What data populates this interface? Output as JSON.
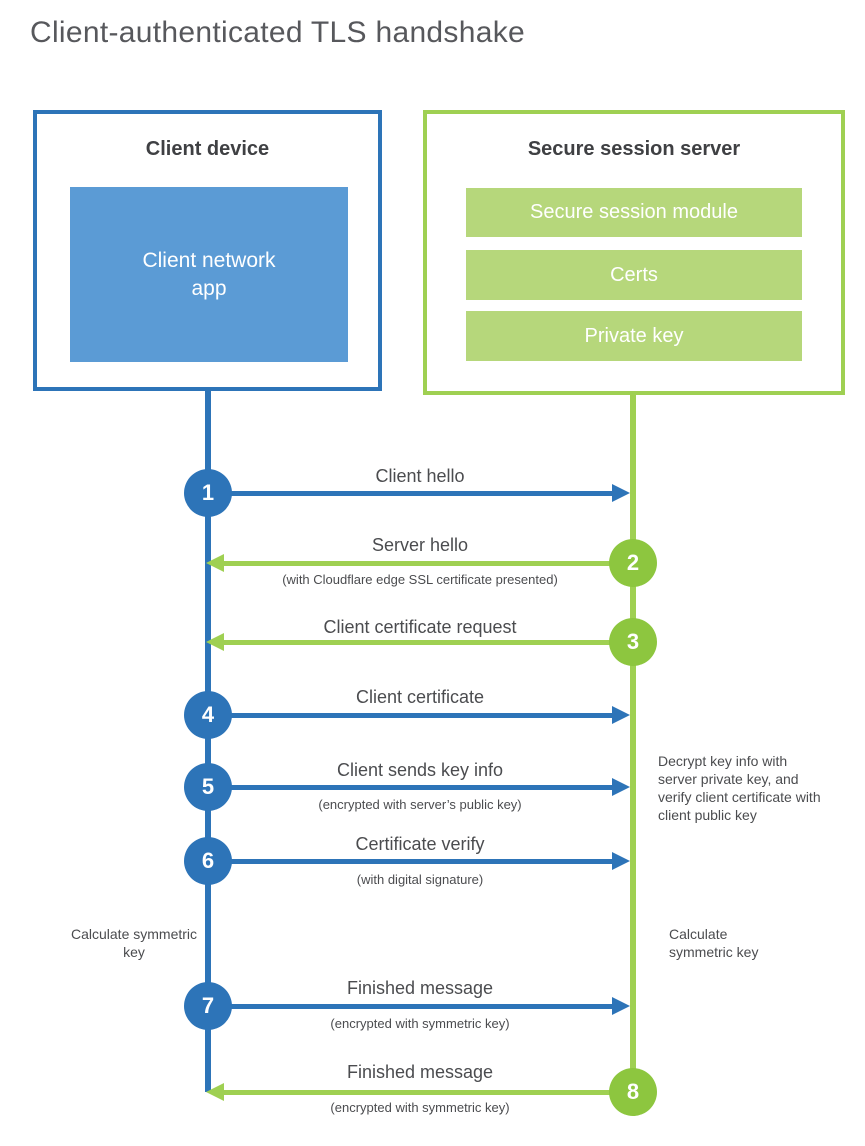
{
  "title": "Client-authenticated TLS handshake",
  "colors": {
    "blue": "#2d74b8",
    "blue_fill": "#5b9bd5",
    "green": "#8dc63f",
    "green_line": "#9fd052",
    "green_fill": "#b6d77b"
  },
  "client": {
    "title": "Client device",
    "app_label": "Client network app"
  },
  "server": {
    "title": "Secure session server",
    "modules": [
      "Secure session module",
      "Certs",
      "Private key"
    ]
  },
  "messages": [
    {
      "num": "1",
      "label": "Client hello",
      "sub": "",
      "direction": "right",
      "color": "blue"
    },
    {
      "num": "2",
      "label": "Server hello",
      "sub": "(with Cloudflare edge SSL certificate presented)",
      "direction": "left",
      "color": "green"
    },
    {
      "num": "3",
      "label": "Client certificate request",
      "sub": "",
      "direction": "left",
      "color": "green"
    },
    {
      "num": "4",
      "label": "Client certificate",
      "sub": "",
      "direction": "right",
      "color": "blue"
    },
    {
      "num": "5",
      "label": "Client sends key info",
      "sub": "(encrypted with server’s public key)",
      "direction": "right",
      "color": "blue"
    },
    {
      "num": "6",
      "label": "Certificate verify",
      "sub": "(with digital signature)",
      "direction": "right",
      "color": "blue"
    },
    {
      "num": "7",
      "label": "Finished message",
      "sub": "(encrypted with symmetric key)",
      "direction": "right",
      "color": "blue"
    },
    {
      "num": "8",
      "label": "Finished message",
      "sub": "(encrypted with symmetric key)",
      "direction": "left",
      "color": "green"
    }
  ],
  "notes": {
    "decrypt": "Decrypt key info with server private key, and verify client certificate with client public key",
    "calculate_left": "Calculate symmetric key",
    "calculate_right": "Calculate symmetric key"
  }
}
